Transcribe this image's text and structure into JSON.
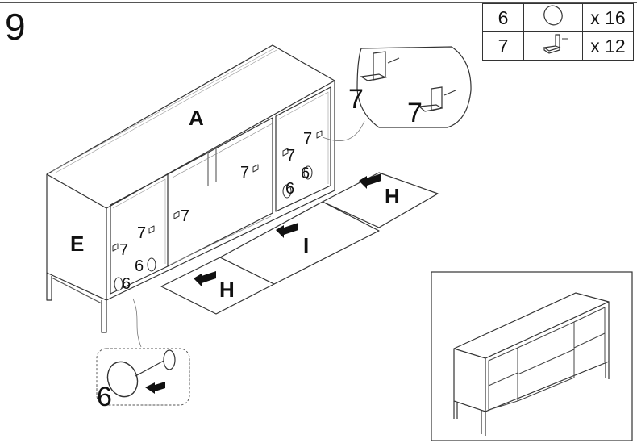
{
  "step_number": "9",
  "parts_table": [
    {
      "number": "6",
      "quantity": "x 16",
      "icon": "round-pad-icon"
    },
    {
      "number": "7",
      "quantity": "x 12",
      "icon": "l-bracket-icon"
    }
  ],
  "panel_labels": {
    "top": "A",
    "side": "E",
    "bottom_left": "H",
    "bottom_middle": "I",
    "bottom_right": "H"
  },
  "callouts": {
    "bracket": "7",
    "pad": "6"
  }
}
